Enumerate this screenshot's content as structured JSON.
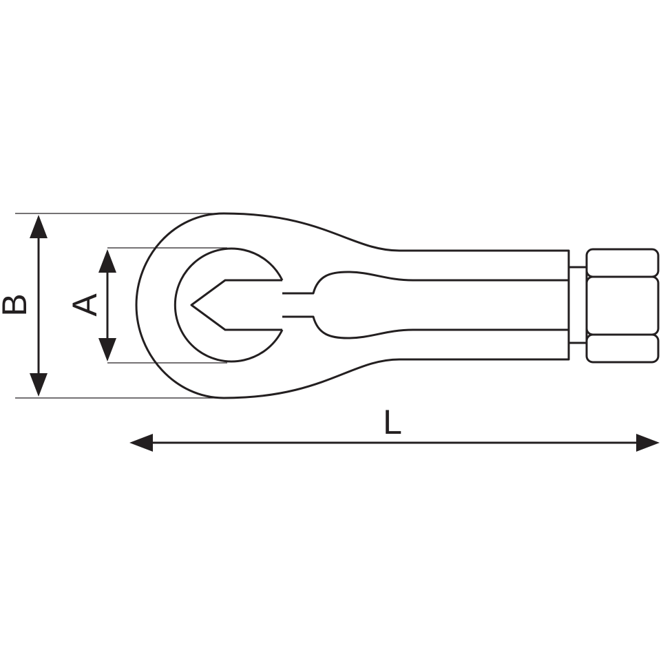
{
  "drawing": {
    "subject": "nut splitter",
    "line_color": "#231f20",
    "background": "#ffffff"
  },
  "dimensions": {
    "B": {
      "label": "B"
    },
    "A": {
      "label": "A"
    },
    "L": {
      "label": "L"
    }
  }
}
